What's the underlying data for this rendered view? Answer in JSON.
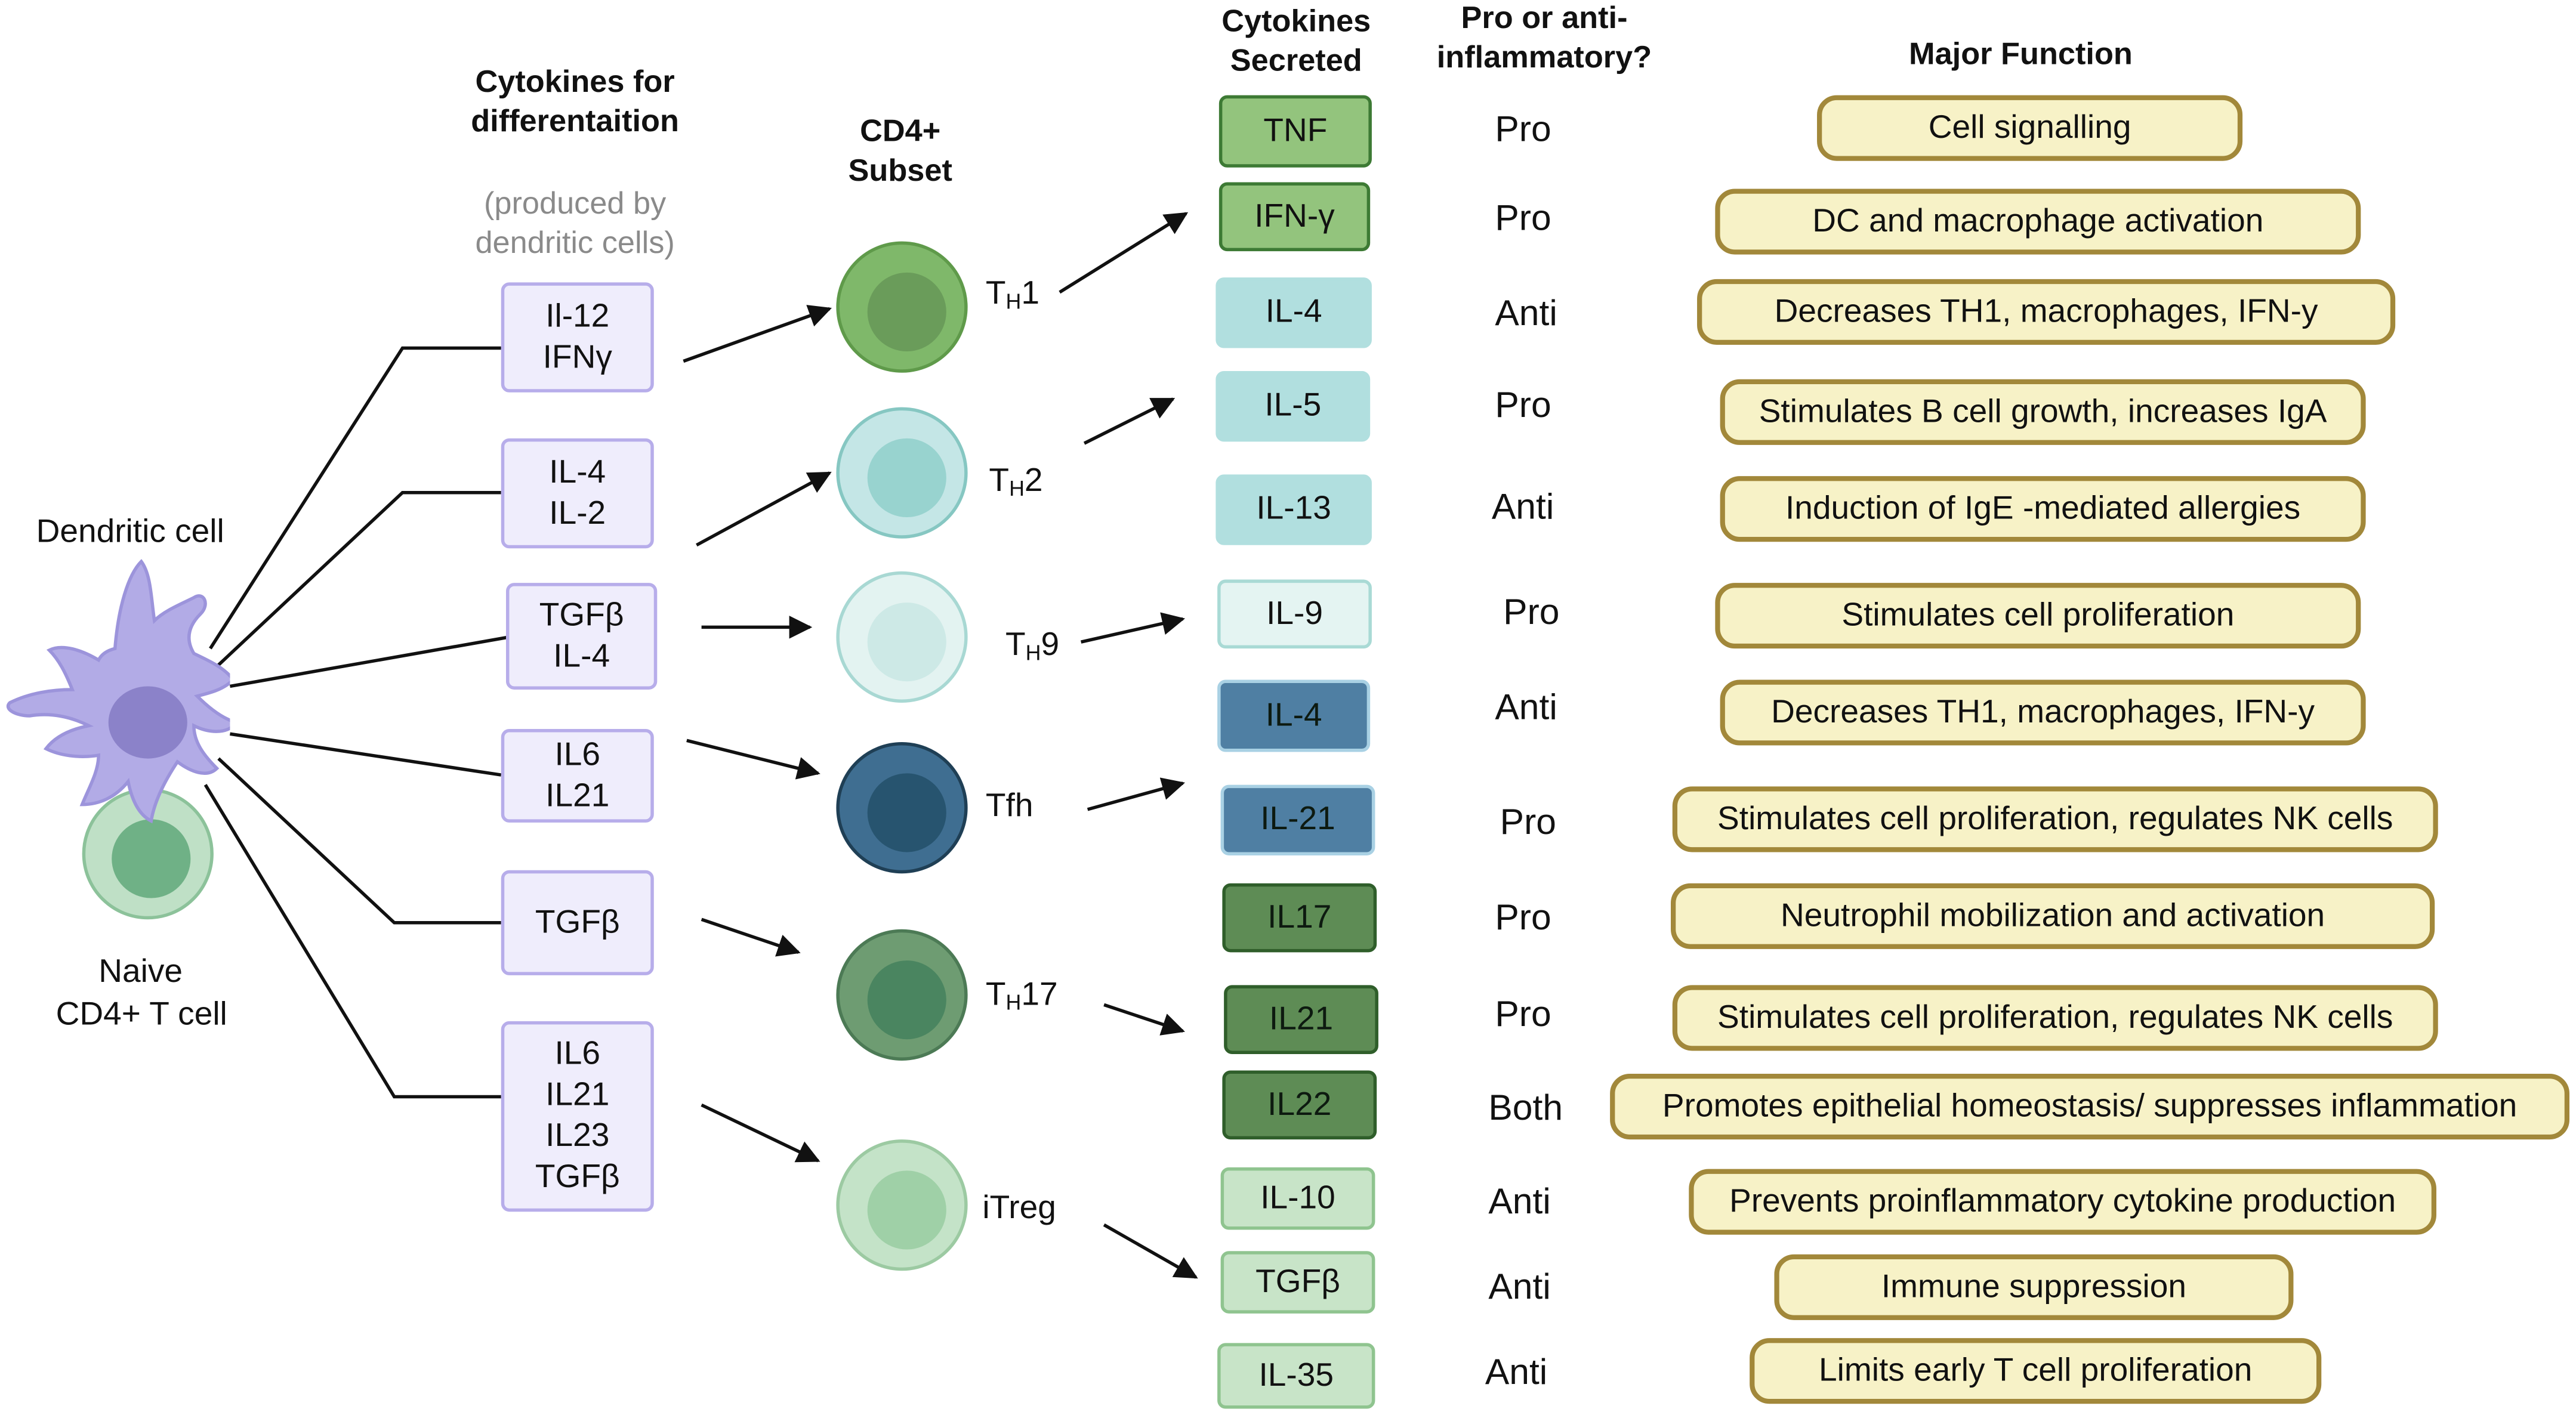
{
  "headers": {
    "differentiation": [
      "Cytokines for",
      "differentaition"
    ],
    "produced_by": [
      "(produced by",
      "dendritic cells)"
    ],
    "subset": [
      "CD4+",
      "Subset"
    ],
    "secreted": [
      "Cytokines",
      "Secreted"
    ],
    "pro_anti": [
      "Pro or anti-",
      "inflammatory?"
    ],
    "function": "Major Function"
  },
  "cells": {
    "dendritic": "Dendritic cell",
    "naive": [
      "Naive",
      "CD4+ T cell"
    ]
  },
  "differentiation_boxes": [
    [
      "Il-12",
      "IFNγ"
    ],
    [
      "IL-4",
      "IL-2"
    ],
    [
      "TGFβ",
      "IL-4"
    ],
    [
      "IL6",
      "IL21"
    ],
    [
      "TGFβ"
    ],
    [
      "IL6",
      "IL21",
      "IL23",
      "TGFβ"
    ]
  ],
  "subsets": [
    {
      "prefix": "T",
      "sub": "H",
      "suffix": "1",
      "fill": "#7fb86a",
      "inner": "#6a9c5a",
      "stroke": "#5f9a4a"
    },
    {
      "prefix": "T",
      "sub": "H",
      "suffix": "2",
      "fill": "#c4e6e6",
      "inner": "#98d3cf",
      "stroke": "#86c7c2"
    },
    {
      "prefix": "T",
      "sub": "H",
      "suffix": "9",
      "fill": "#e3f3f1",
      "inner": "#cde9e6",
      "stroke": "#a8d8d3"
    },
    {
      "prefix": "Tfh",
      "sub": "",
      "suffix": "",
      "fill": "#3f6e91",
      "inner": "#27546f",
      "stroke": "#1f3f55"
    },
    {
      "prefix": "T",
      "sub": "H",
      "suffix": "17",
      "fill": "#6e9c72",
      "inner": "#4a8560",
      "stroke": "#4c7a55"
    },
    {
      "prefix": "iTreg",
      "sub": "",
      "suffix": "",
      "fill": "#c4e3c8",
      "inner": "#9fd0a7",
      "stroke": "#9ccaa2"
    }
  ],
  "cytokines": [
    {
      "name": "TNF",
      "pa": "Pro",
      "func": "Cell signalling",
      "fill": "#93c47d",
      "border": "#3d7a34"
    },
    {
      "name": "IFN-γ",
      "pa": "Pro",
      "func": "DC and macrophage activation",
      "fill": "#93c47d",
      "border": "#3d7a34"
    },
    {
      "name": "IL-4",
      "pa": "Anti",
      "func": "Decreases TH1, macrophages, IFN-y",
      "fill": "#b1dfdf",
      "border": "#b1dfdf"
    },
    {
      "name": "IL-5",
      "pa": "Pro",
      "func": "Stimulates B cell growth, increases IgA",
      "fill": "#b1dfdf",
      "border": "#b1dfdf"
    },
    {
      "name": "IL-13",
      "pa": "Anti",
      "func": "Induction of IgE -mediated allergies",
      "fill": "#b1dfdf",
      "border": "#b1dfdf"
    },
    {
      "name": "IL-9",
      "pa": "Pro",
      "func": "Stimulates cell proliferation",
      "fill": "#e4f4f2",
      "border": "#a9dad5"
    },
    {
      "name": "IL-4",
      "pa": "Anti",
      "func": "Decreases TH1, macrophages, IFN-y",
      "fill": "#4f7fa3",
      "border": "#a9d1e4"
    },
    {
      "name": "IL-21",
      "pa": "Pro",
      "func": "Stimulates cell proliferation, regulates NK cells",
      "fill": "#4f7fa3",
      "border": "#a9d1e4"
    },
    {
      "name": "IL17",
      "pa": "Pro",
      "func": "Neutrophil mobilization and activation",
      "fill": "#5e8c55",
      "border": "#2f5e2a"
    },
    {
      "name": "IL21",
      "pa": "Pro",
      "func": "Stimulates cell proliferation, regulates NK cells",
      "fill": "#5e8c55",
      "border": "#2f5e2a"
    },
    {
      "name": "IL22",
      "pa": "Both",
      "func": "Promotes epithelial homeostasis/ suppresses inflammation",
      "fill": "#5e8c55",
      "border": "#2f5e2a"
    },
    {
      "name": "IL-10",
      "pa": "Anti",
      "func": "Prevents proinflammatory cytokine production",
      "fill": "#c8e4c8",
      "border": "#8fc48f"
    },
    {
      "name": "TGFβ",
      "pa": "Anti",
      "func": "Immune suppression",
      "fill": "#c8e4c8",
      "border": "#8fc48f"
    },
    {
      "name": "IL-35",
      "pa": "Anti",
      "func": "Limits early T cell proliferation",
      "fill": "#c8e4c8",
      "border": "#8fc48f"
    }
  ]
}
